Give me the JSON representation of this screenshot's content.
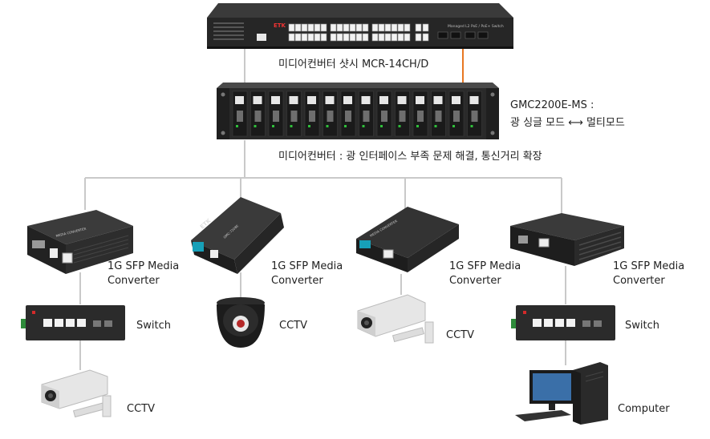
{
  "top_switch": {
    "brand": "ETK",
    "model_text": "Managed L2 PoE / PoE+ Switch"
  },
  "chassis_caption": "미디어컨버터 샷시 MCR-14CH/D",
  "media_converter": {
    "model": "GMC2200E-MS :",
    "description": "광 싱글 모드 ⟷ 멀티모드"
  },
  "chassis_note": "미디어컨버터 : 광 인터페이스 부족 문제 해결, 통신거리 확장",
  "branches": [
    {
      "converter_label_1": "1G SFP Media",
      "converter_label_2": "Converter",
      "device2_label": "Switch",
      "device3_label": "CCTV"
    },
    {
      "converter_label_1": "1G SFP Media",
      "converter_label_2": "Converter",
      "device2_label": "CCTV"
    },
    {
      "converter_label_1": "1G SFP Media",
      "converter_label_2": "Converter",
      "device2_label": "CCTV"
    },
    {
      "converter_label_1": "1G SFP Media",
      "converter_label_2": "Converter",
      "device2_label": "Switch",
      "device3_label": "Computer"
    }
  ],
  "converter_print": {
    "mc1": "MEDIA CONVERTER",
    "mc2": "GMC-7208E",
    "brand": "ETK"
  },
  "colors": {
    "device_body": "#2b2b2b",
    "fiber_line": "#e87722",
    "connector_line": "#c9c9c9",
    "port_white": "#f2f2f2",
    "led_red": "#d42a2a"
  }
}
